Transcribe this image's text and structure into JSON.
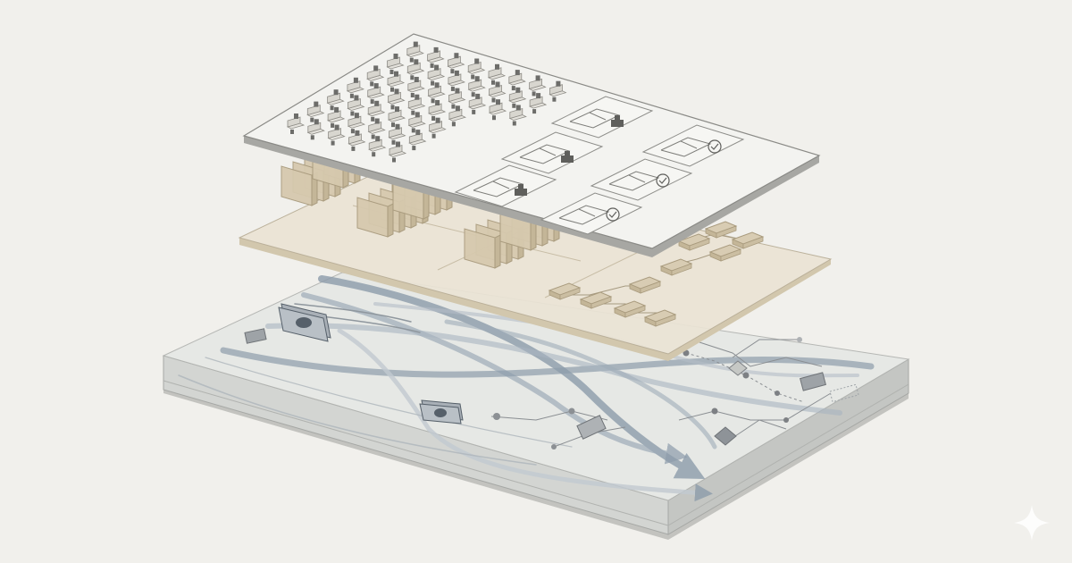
{
  "colors": {
    "background": "#f1f0ec",
    "top_layer_fill": "#f0f0ed",
    "top_layer_edge": "#8a8a86",
    "middle_layer_fill": "#e9e2d3",
    "middle_layer_edge": "#b8ad96",
    "block_fill": "#d6c9ae",
    "block_edge": "#a99b7e",
    "base_fill": "#dcdedb",
    "base_top": "#e9ebe8",
    "base_side": "#bfc1be",
    "base_bottom": "#9c9e9b",
    "flow_arrow": "#8d9cab",
    "flow_arrow_light": "#c2cad1",
    "desk_fill": "#e4e2dc",
    "chair_fill": "#6d6d6a",
    "icon": "#7d7d7a"
  },
  "icons": {
    "money": "banknote-icon",
    "document": "document-icon",
    "stamp": "stamp-icon",
    "check": "checkmark-icon",
    "sparkle": "sparkle-icon",
    "node": "node-icon",
    "decision": "diamond-icon"
  },
  "layers": [
    {
      "id": "top",
      "content": "office-desks-and-floor-plans"
    },
    {
      "id": "middle",
      "content": "organization-blocks"
    },
    {
      "id": "base",
      "content": "flows-and-process-network"
    }
  ]
}
